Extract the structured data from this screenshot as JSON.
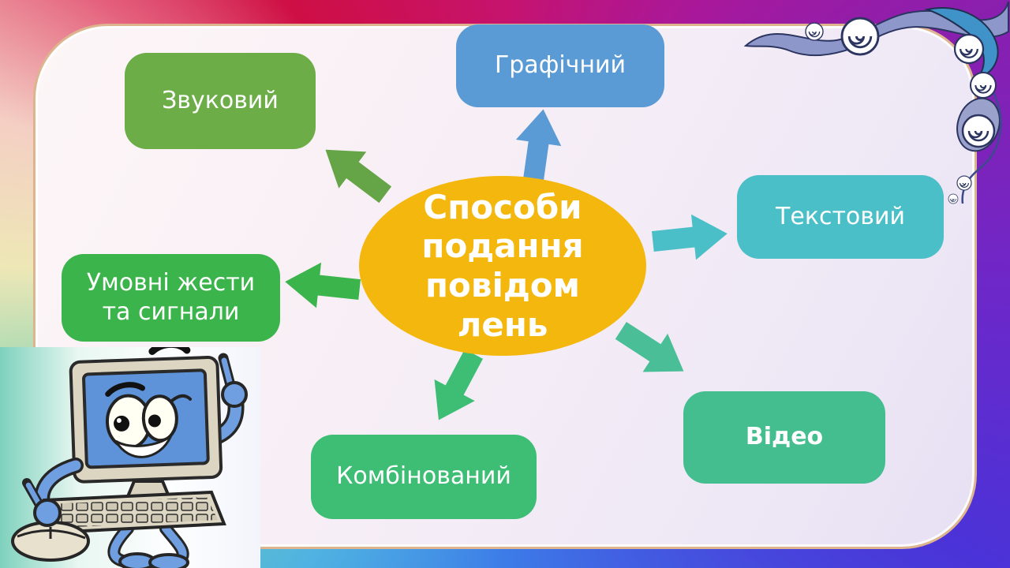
{
  "slide": {
    "center": {
      "lines": [
        "Способи",
        "подання",
        "повідом",
        "лень"
      ],
      "full_text": "Способи подання повідомлень",
      "color": "#F4B70E",
      "text_color": "#FFFFFF"
    },
    "nodes": [
      {
        "id": "sound",
        "label": "Звуковий",
        "color": "#6CAD48"
      },
      {
        "id": "graphic",
        "label": "Графічний",
        "color": "#5B9BD5"
      },
      {
        "id": "text",
        "label": "Текстовий",
        "color": "#4BBFC7"
      },
      {
        "id": "gestures",
        "label": "Умовні жести та сигнали",
        "color": "#3CB44C"
      },
      {
        "id": "combined",
        "label": "Комбінований",
        "color": "#3EBE75"
      },
      {
        "id": "video",
        "label": "Відео",
        "color": "#45BE8F"
      }
    ],
    "arrows": [
      {
        "target": "sound",
        "color": "#66A547"
      },
      {
        "target": "graphic",
        "color": "#5B9BD5"
      },
      {
        "target": "text",
        "color": "#4BBFC7"
      },
      {
        "target": "gestures",
        "color": "#3CB44C"
      },
      {
        "target": "combined",
        "color": "#3EBE75"
      },
      {
        "target": "video",
        "color": "#4ABE97"
      }
    ],
    "decorations": {
      "mascot": "computer-mascot",
      "ornament": "swirl-ornament",
      "frame_colors": [
        "#CE0F45",
        "#C6136E",
        "#8B1FAE",
        "#4A33D8",
        "#3C7CE8",
        "#66CBBD",
        "#EEE7B6",
        "#F4CFC4"
      ]
    }
  }
}
